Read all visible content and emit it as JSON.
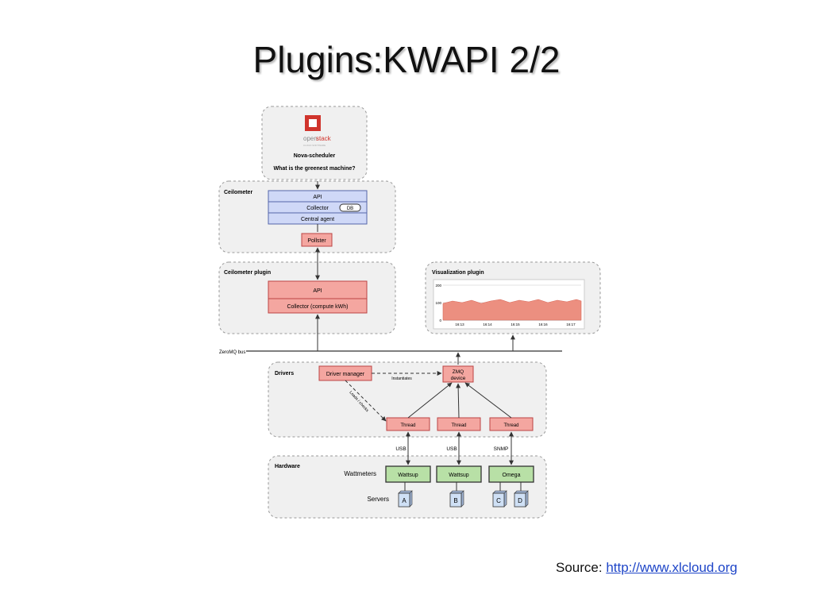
{
  "slide": {
    "title": "Plugins:KWAPI  2/2",
    "source_label": "Source:",
    "source_link": "http://www.xlcloud.org"
  },
  "diagram": {
    "openstack": {
      "logo_text_1": "open",
      "logo_text_2": "stack",
      "logo_tagline": "CLOUD SOFTWARE",
      "scheduler": "Nova-scheduler",
      "question": "What is the greenest machine?"
    },
    "ceilometer": {
      "label": "Ceilometer",
      "api": "API",
      "collector": "Collector",
      "db": "DB",
      "central_agent": "Central agent",
      "pollster": "Pollster"
    },
    "ceilometer_plugin": {
      "label": "Ceilometer plugin",
      "api": "API",
      "collector": "Collector (compute kWh)"
    },
    "visualization": {
      "label": "Visualization plugin",
      "y_ticks": [
        "200",
        "100",
        "0"
      ],
      "x_ticks": [
        "16:13",
        "16:14",
        "16:15",
        "16:16",
        "16:17"
      ]
    },
    "bus": {
      "label": "ZeroMQ bus"
    },
    "drivers": {
      "label": "Drivers",
      "driver_manager": "Driver manager",
      "instantiates": "Instantiates",
      "loads_checks": "Loads / checks",
      "zmq_line1": "ZMQ",
      "zmq_line2": "device",
      "thread1": "Thread",
      "thread2": "Thread",
      "thread3": "Thread"
    },
    "links": {
      "usb1": "USB",
      "usb2": "USB",
      "snmp": "SNMP"
    },
    "hardware": {
      "label": "Hardware",
      "wattmeters": "Wattmeters",
      "servers": "Servers",
      "meter1": "Wattsup",
      "meter2": "Wattsup",
      "meter3": "Omega",
      "server_a": "A",
      "server_b": "B",
      "server_c": "C",
      "server_d": "D"
    }
  },
  "colors": {
    "red_box": "#f4a6a0",
    "blue_box": "#cfd8f7",
    "green_box": "#b8e0a6",
    "group_bg": "#f0f0f0",
    "chart_fill": "#ec8f80"
  }
}
